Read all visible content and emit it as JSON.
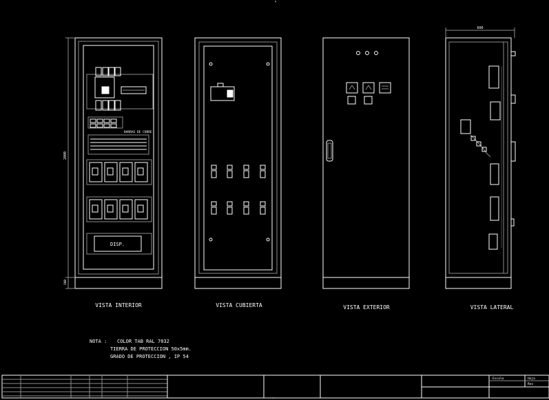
{
  "views": {
    "interior": "VISTA INTERIOR",
    "cubierta": "VISTA CUBIERTA",
    "exterior": "VISTA EXTERIOR",
    "lateral": "VISTA LATERAL"
  },
  "dims": {
    "lateral_width": "600",
    "interior_height": "2000",
    "interior_base": "100"
  },
  "interior": {
    "disp_label": "DISP.",
    "busbar_note": "BARRAS DE COBRE"
  },
  "nota": {
    "label": "NOTA :",
    "lines": [
      "COLOR TAB RAL 7032",
      "TIERRA DE PROTECCION 50x5mm.",
      "GRADO DE PROTECCION , IP 54"
    ]
  },
  "titleblock": {
    "escala_label": "Escala",
    "sheet_label": "Hoja",
    "rev_label": "Rev"
  },
  "colors": {
    "background": "#000000",
    "line_white": "#ffffff",
    "line_gray": "#8c8c8c",
    "line_dark": "#4a4a4a",
    "accent_magenta": "#ff40ff"
  }
}
